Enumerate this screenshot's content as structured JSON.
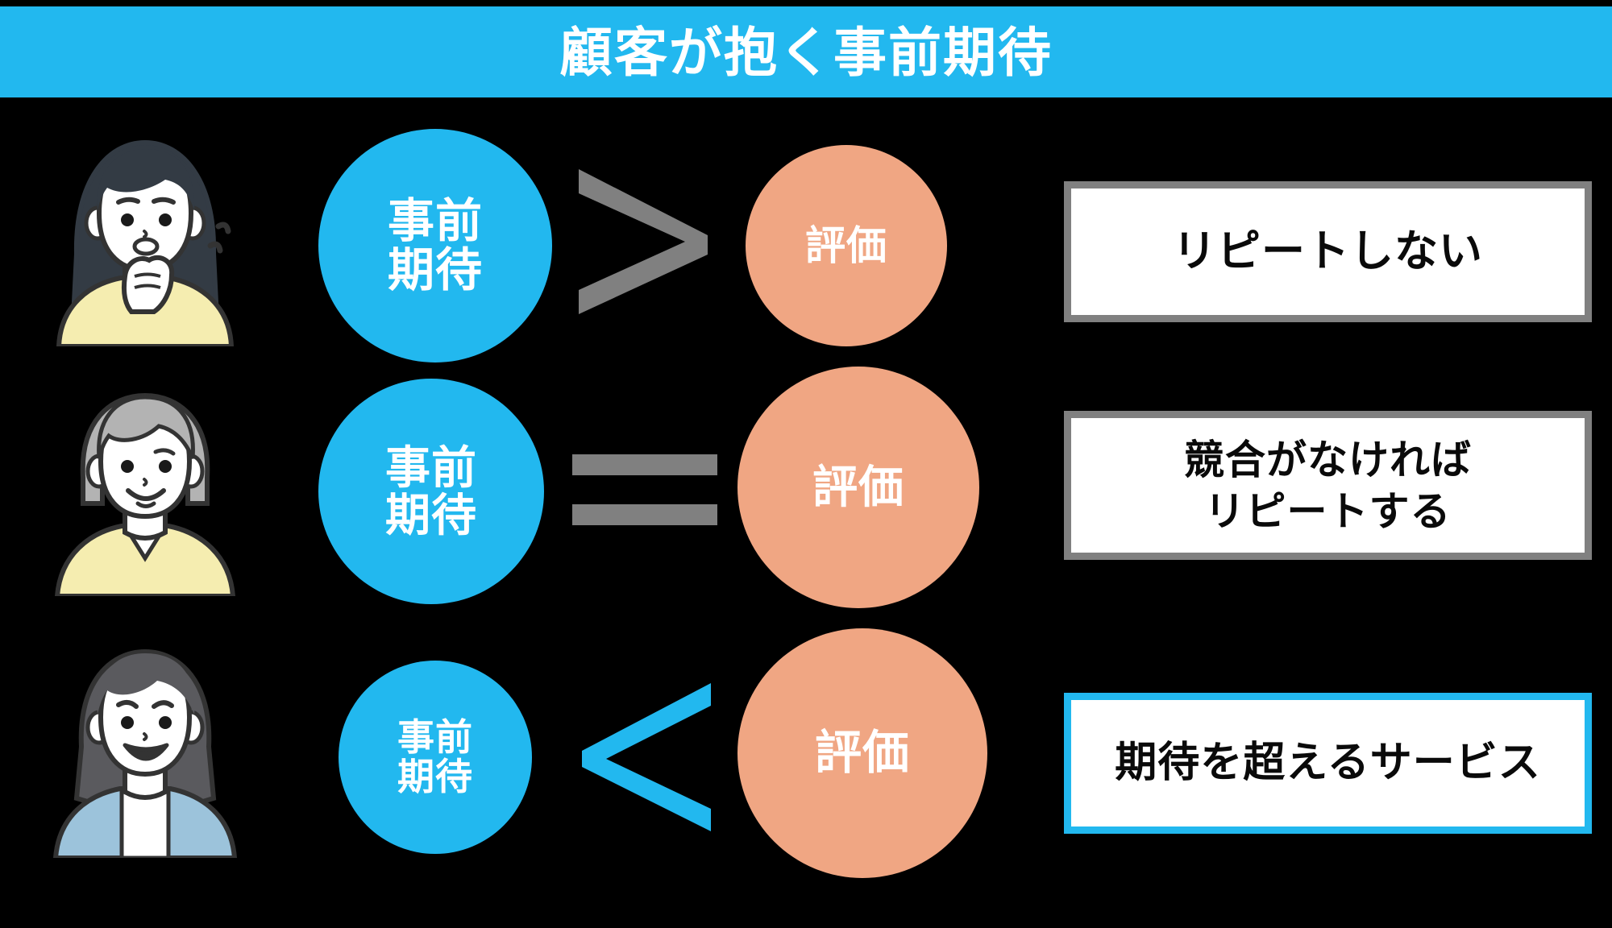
{
  "header": {
    "title": "顧客が抱く事前期待",
    "background_color": "#22B8EF",
    "text_color": "#FFFFFF"
  },
  "colors": {
    "background": "#000000",
    "accent_blue": "#22B8EF",
    "salmon": "#F0A683",
    "operator_gray": "#808080",
    "box_border_gray": "#808080",
    "box_background": "#FFFFFF",
    "text_dark": "#0A0A0A"
  },
  "labels": {
    "expectation": "事前\n期待",
    "evaluation": "評価"
  },
  "rows": [
    {
      "avatar": {
        "name": "worried-woman-avatar",
        "hair_color": "#333B44",
        "clothes_color": "#F5EDB0",
        "expression": "puzzled"
      },
      "left_circle": {
        "label": "事前\n期待",
        "color": "#22B8EF",
        "icon": "expectation-circle"
      },
      "operator": {
        "symbol": "＞",
        "name": "greater-than-icon",
        "color": "#808080"
      },
      "right_circle": {
        "label": "評価",
        "color": "#F0A683",
        "icon": "evaluation-circle"
      },
      "result": {
        "text": "リピートしない",
        "border_color": "#808080",
        "highlighted": false
      }
    },
    {
      "avatar": {
        "name": "neutral-person-avatar",
        "hair_color": "#B3B3B3",
        "clothes_color": "#F5EDB0",
        "expression": "neutral-smile"
      },
      "left_circle": {
        "label": "事前\n期待",
        "color": "#22B8EF",
        "icon": "expectation-circle"
      },
      "operator": {
        "symbol": "＝",
        "name": "equals-icon",
        "color": "#808080"
      },
      "right_circle": {
        "label": "評価",
        "color": "#F0A683",
        "icon": "evaluation-circle"
      },
      "result": {
        "text": "競合がなければ\nリピートする",
        "border_color": "#808080",
        "highlighted": false
      }
    },
    {
      "avatar": {
        "name": "happy-woman-avatar",
        "hair_color": "#5A5A5E",
        "clothes_color": "#9CC3DB",
        "expression": "big-smile"
      },
      "left_circle": {
        "label": "事前\n期待",
        "color": "#22B8EF",
        "icon": "expectation-circle"
      },
      "operator": {
        "symbol": "＜",
        "name": "less-than-icon",
        "color": "#22B8EF"
      },
      "right_circle": {
        "label": "評価",
        "color": "#F0A683",
        "icon": "evaluation-circle"
      },
      "result": {
        "text": "期待を超えるサービス",
        "border_color": "#22B8EF",
        "highlighted": true
      }
    }
  ]
}
